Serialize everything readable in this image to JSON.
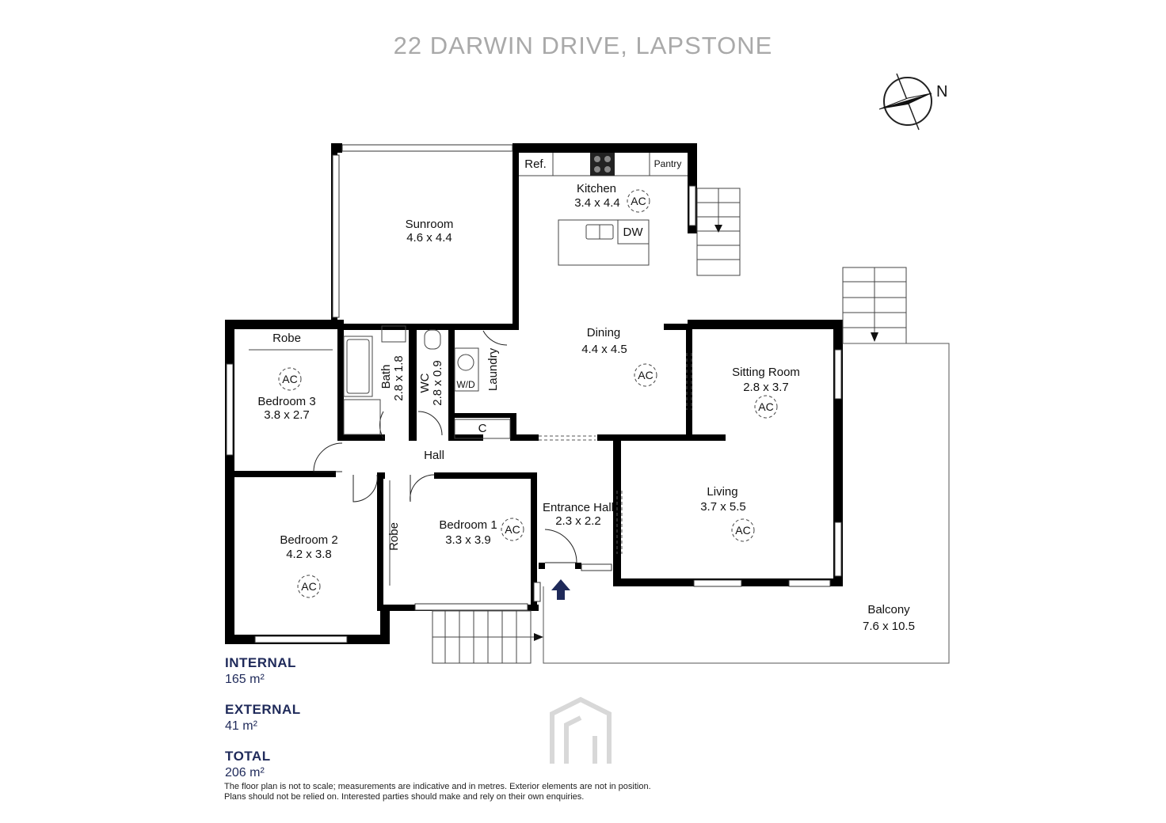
{
  "title": "22 DARWIN DRIVE, LAPSTONE",
  "compass_label": "N",
  "rooms": {
    "sunroom": {
      "name": "Sunroom",
      "dims": "4.6 x 4.4"
    },
    "kitchen": {
      "name": "Kitchen",
      "dims": "3.4 x 4.4"
    },
    "dining": {
      "name": "Dining",
      "dims": "4.4 x 4.5"
    },
    "sitting": {
      "name": "Sitting Room",
      "dims": "2.8 x 3.7"
    },
    "living": {
      "name": "Living",
      "dims": "3.7 x 5.5"
    },
    "entrance": {
      "name": "Entrance Hall",
      "dims": "2.3 x 2.2"
    },
    "bedroom1": {
      "name": "Bedroom 1",
      "dims": "3.3 x 3.9"
    },
    "bedroom2": {
      "name": "Bedroom 2",
      "dims": "4.2 x 3.8"
    },
    "bedroom3": {
      "name": "Bedroom 3",
      "dims": "3.8 x 2.7"
    },
    "bath": {
      "name": "Bath",
      "dims": "2.8 x 1.8"
    },
    "wc": {
      "name": "WC",
      "dims": "2.8 x 0.9"
    },
    "laundry": {
      "name": "Laundry"
    },
    "balcony": {
      "name": "Balcony",
      "dims": "7.6 x 10.5"
    },
    "hall": {
      "name": "Hall"
    }
  },
  "fixtures": {
    "ref": "Ref.",
    "pantry": "Pantry",
    "dw": "DW",
    "wd": "W/D",
    "cupboard": "C",
    "robe": "Robe",
    "ac": "AC"
  },
  "areas": {
    "internal": {
      "label": "INTERNAL",
      "value": "165 m²"
    },
    "external": {
      "label": "EXTERNAL",
      "value": "41 m²"
    },
    "total": {
      "label": "TOTAL",
      "value": "206 m²"
    }
  },
  "disclaimer": {
    "line1": "The floor plan is not to scale; measurements are indicative and in metres. Exterior elements are not in position.",
    "line2": "Plans should not be relied on. Interested parties should make and rely on their own enquiries."
  },
  "colors": {
    "wall": "#000000",
    "title": "#a9a9a9",
    "area_text": "#1f2a5a",
    "logo": "#d8d8d8"
  }
}
